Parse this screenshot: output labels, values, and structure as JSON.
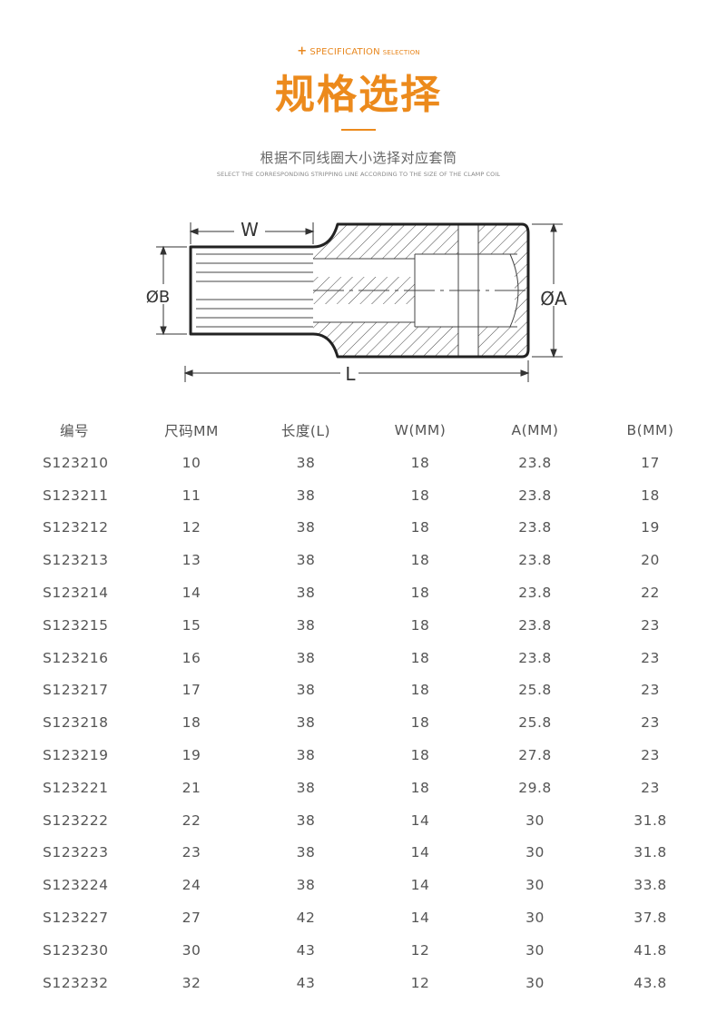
{
  "header": {
    "tag_main": "SPECIFICATION",
    "tag_small": "SELECTION",
    "title": "规格选择",
    "subtitle_cn": "根据不同线圈大小选择对应套筒",
    "subtitle_en": "SELECT THE CORRESPONDING STRIPPING LINE ACCORDING TO THE SIZE OF THE CLAMP COIL"
  },
  "diagram": {
    "label_w": "W",
    "label_b": "ØB",
    "label_a": "ØA",
    "label_l": "L"
  },
  "table": {
    "headers": [
      "编号",
      "尺码MM",
      "长度(L)",
      "W(MM)",
      "A(MM)",
      "B(MM)"
    ],
    "rows": [
      [
        "S123210",
        "10",
        "38",
        "18",
        "23.8",
        "17"
      ],
      [
        "S123211",
        "11",
        "38",
        "18",
        "23.8",
        "18"
      ],
      [
        "S123212",
        "12",
        "38",
        "18",
        "23.8",
        "19"
      ],
      [
        "S123213",
        "13",
        "38",
        "18",
        "23.8",
        "20"
      ],
      [
        "S123214",
        "14",
        "38",
        "18",
        "23.8",
        "22"
      ],
      [
        "S123215",
        "15",
        "38",
        "18",
        "23.8",
        "23"
      ],
      [
        "S123216",
        "16",
        "38",
        "18",
        "23.8",
        "23"
      ],
      [
        "S123217",
        "17",
        "38",
        "18",
        "25.8",
        "23"
      ],
      [
        "S123218",
        "18",
        "38",
        "18",
        "25.8",
        "23"
      ],
      [
        "S123219",
        "19",
        "38",
        "18",
        "27.8",
        "23"
      ],
      [
        "S123221",
        "21",
        "38",
        "18",
        "29.8",
        "23"
      ],
      [
        "S123222",
        "22",
        "38",
        "14",
        "30",
        "31.8"
      ],
      [
        "S123223",
        "23",
        "38",
        "14",
        "30",
        "31.8"
      ],
      [
        "S123224",
        "24",
        "38",
        "14",
        "30",
        "33.8"
      ],
      [
        "S123227",
        "27",
        "42",
        "14",
        "30",
        "37.8"
      ],
      [
        "S123230",
        "30",
        "43",
        "12",
        "30",
        "41.8"
      ],
      [
        "S123232",
        "32",
        "43",
        "12",
        "30",
        "43.8"
      ]
    ]
  },
  "colors": {
    "accent": "#ec8a1c",
    "text": "#555555"
  }
}
